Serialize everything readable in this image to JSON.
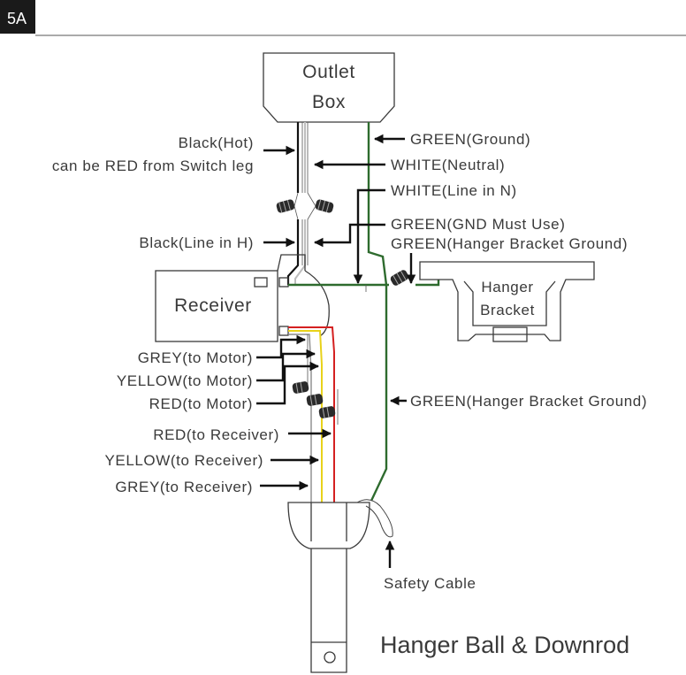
{
  "figure_tag": "5A",
  "outlet_box": {
    "line1": "Outlet",
    "line2": "Box"
  },
  "receiver": {
    "label": "Receiver"
  },
  "hanger_bracket": {
    "line1": "Hanger",
    "line2": "Bracket"
  },
  "labels": {
    "black_hot": "Black(Hot)",
    "switch_leg": "can be RED from Switch leg",
    "green_ground": "GREEN(Ground)",
    "white_neutral": "WHITE(Neutral)",
    "white_line_n": "WHITE(Line in N)",
    "green_gnd_must": "GREEN(GND Must Use)",
    "green_hanger_ground_top": "GREEN(Hanger Bracket Ground)",
    "black_line_h": "Black(Line in H)",
    "grey_motor": "GREY(to Motor)",
    "yellow_motor": "YELLOW(to Motor)",
    "red_motor": "RED(to Motor)",
    "green_hanger_ground_mid": "GREEN(Hanger Bracket Ground)",
    "red_receiver": "RED(to Receiver)",
    "yellow_receiver": "YELLOW(to Receiver)",
    "grey_receiver": "GREY(to Receiver)",
    "safety_cable": "Safety Cable",
    "hanger_ball": "Hanger Ball & Downrod"
  },
  "colors": {
    "black_wire": "#111111",
    "white_wire": "#bdbdbd",
    "green_wire": "#2e6b2e",
    "red_wire": "#d42020",
    "yellow_wire": "#e8d21a",
    "grey_wire": "#8a8a8a",
    "outline": "#3a3a3a"
  }
}
